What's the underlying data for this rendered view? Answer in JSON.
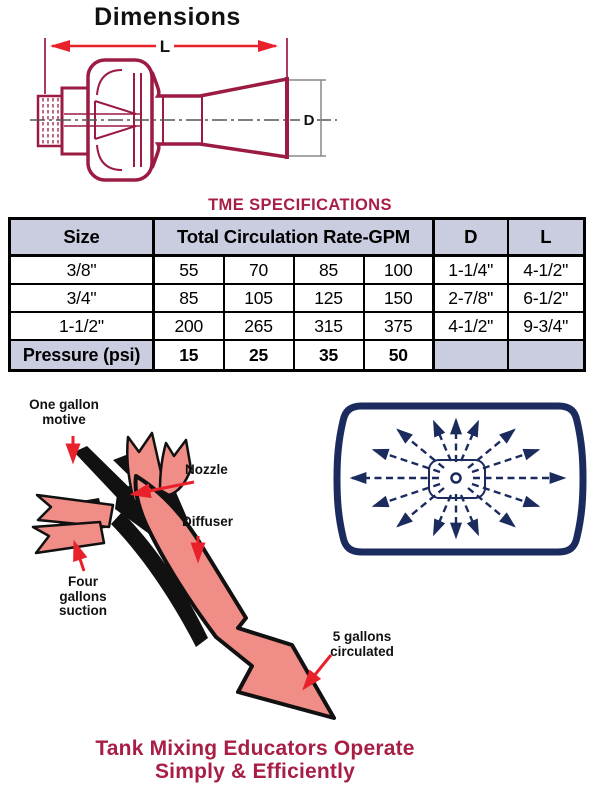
{
  "dimension_drawing": {
    "title": "Dimensions",
    "length_label": "L",
    "diameter_label": "D"
  },
  "spec_table": {
    "title": "TME SPECIFICATIONS",
    "col_headers": {
      "size": "Size",
      "rate": "Total Circulation Rate-GPM",
      "d": "D",
      "l": "L"
    },
    "rows": [
      {
        "size": "3/8\"",
        "rates": [
          "55",
          "70",
          "85",
          "100"
        ],
        "d": "1-1/4\"",
        "l": "4-1/2\""
      },
      {
        "size": "3/4\"",
        "rates": [
          "85",
          "105",
          "125",
          "150"
        ],
        "d": "2-7/8\"",
        "l": "6-1/2\""
      },
      {
        "size": "1-1/2\"",
        "rates": [
          "200",
          "265",
          "315",
          "375"
        ],
        "d": "4-1/2\"",
        "l": "9-3/4\""
      }
    ],
    "pressure_row": {
      "label": "Pressure (psi)",
      "values": [
        "15",
        "25",
        "35",
        "50"
      ]
    }
  },
  "flow_diagram": {
    "labels": {
      "motive": [
        "One gallon",
        "motive"
      ],
      "nozzle": "Nozzle",
      "diffuser": "Diffuser",
      "suction": [
        "Four",
        "gallons",
        "suction"
      ],
      "circulated": [
        "5 gallons",
        "circulated"
      ]
    }
  },
  "caption": {
    "lines": [
      "Tank Mixing  Educators Operate",
      "Simply & Efficiently"
    ]
  },
  "colors": {
    "drawing_maroon": "#9B1B42",
    "dimension_red": "#E8212B",
    "flow_pink": "#F08D87",
    "tank_navy": "#1B2B5E",
    "table_shaded_bg": "#C9CDDF",
    "heading_red": "#A81E45"
  }
}
